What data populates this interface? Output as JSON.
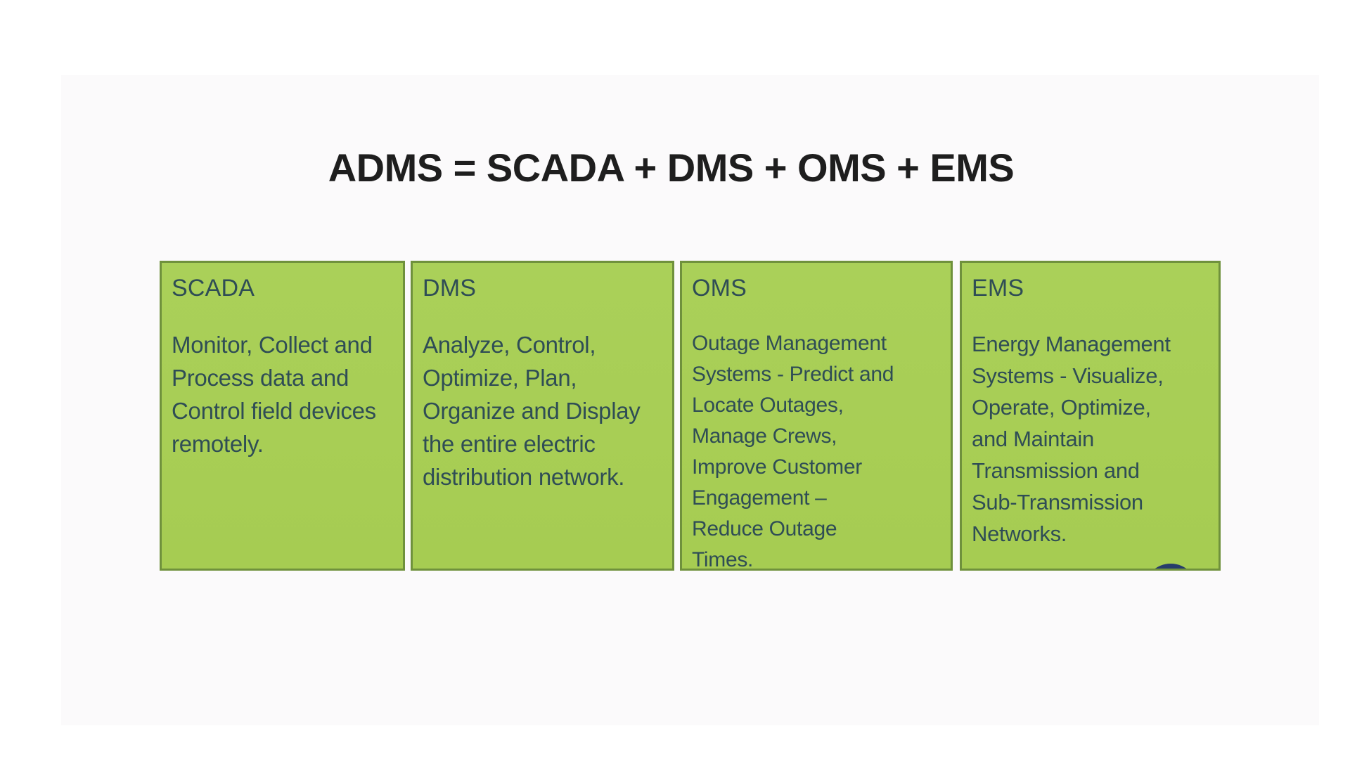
{
  "slide": {
    "title": "ADMS = SCADA + DMS + OMS + EMS",
    "cards": [
      {
        "heading": "SCADA",
        "body": "Monitor, Collect and\nProcess data and\nControl field devices\nremotely."
      },
      {
        "heading": "DMS",
        "body": "Analyze, Control,\nOptimize, Plan,\nOrganize and Display\nthe entire electric\ndistribution network."
      },
      {
        "heading": "OMS",
        "body": "Outage Management\nSystems - Predict and\nLocate Outages,\nManage Crews,\nImprove Customer\nEngagement –\nReduce Outage\nTimes."
      },
      {
        "heading": "EMS",
        "body": "Energy Management\nSystems - Visualize,\nOperate, Optimize,\nand Maintain\nTransmission and\nSub-Transmission\nNetworks."
      }
    ],
    "colors": {
      "page_bg": "#ffffff",
      "slide_bg": "#fbfafb",
      "title_text": "#1e1e1e",
      "card_bg": "#a6cc52",
      "card_border": "#6f913c",
      "card_text": "#2f4d55",
      "logo_circle": "#263c6b"
    }
  }
}
